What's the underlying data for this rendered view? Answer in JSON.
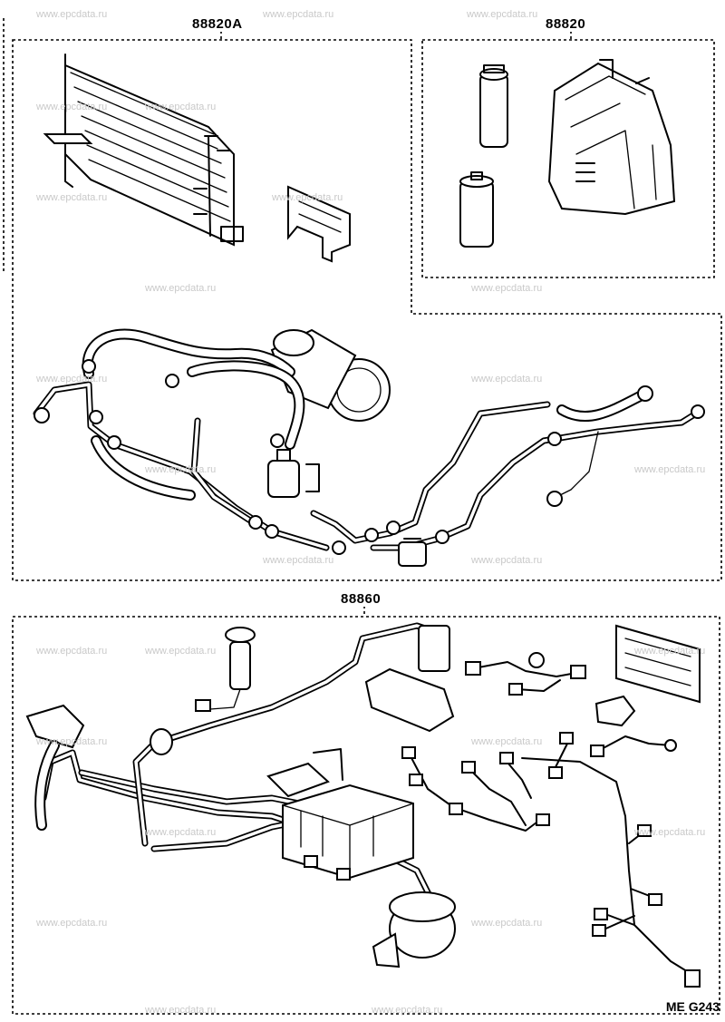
{
  "groups": {
    "condenser_group": "88820A",
    "receiver_unit_group": "88820",
    "harness_group": "88860"
  },
  "diagram_code": "ME G243",
  "watermark": "www.epcdata.ru"
}
